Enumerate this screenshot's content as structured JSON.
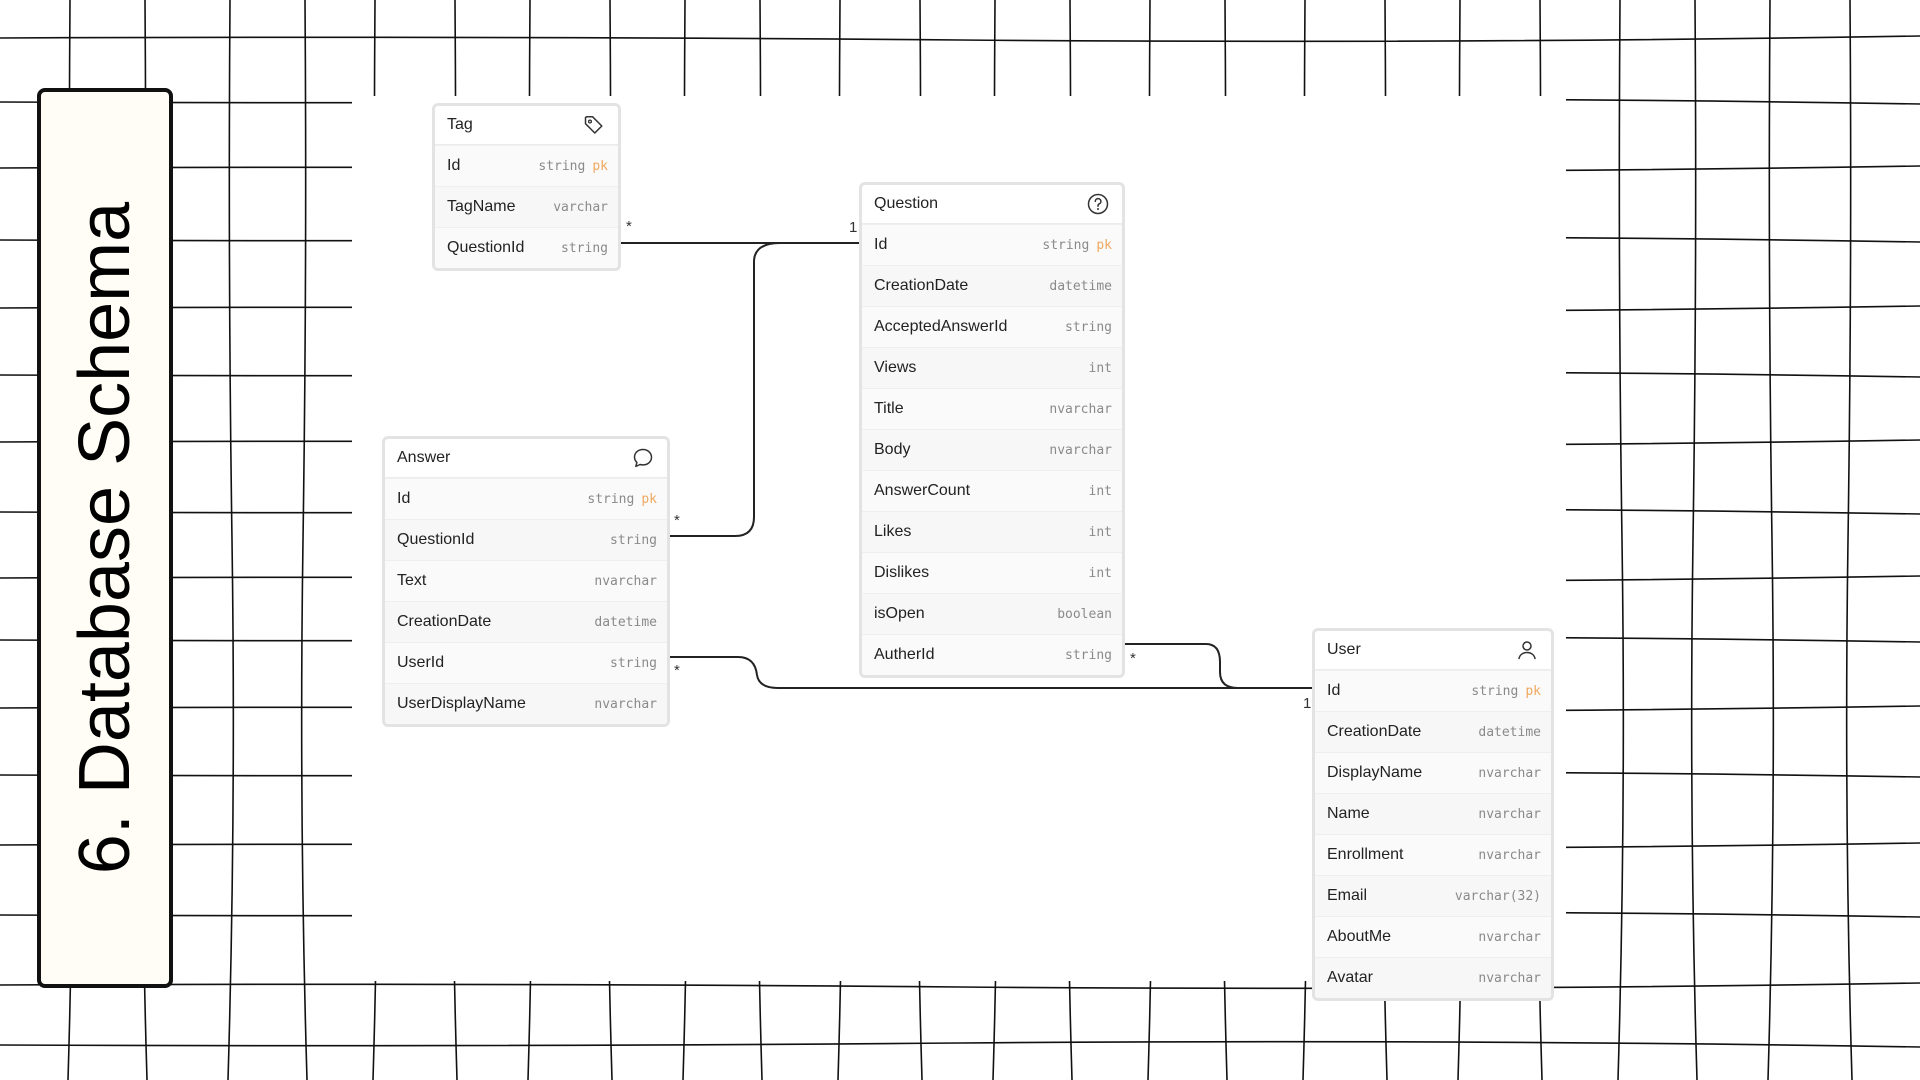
{
  "title": "6. Database Schema",
  "entities": {
    "tag": {
      "name": "Tag",
      "icon": "tag-icon",
      "fields": [
        {
          "name": "Id",
          "type": "string",
          "pk": "pk"
        },
        {
          "name": "TagName",
          "type": "varchar"
        },
        {
          "name": "QuestionId",
          "type": "string"
        }
      ]
    },
    "question": {
      "name": "Question",
      "icon": "question-circle-icon",
      "fields": [
        {
          "name": "Id",
          "type": "string",
          "pk": "pk"
        },
        {
          "name": "CreationDate",
          "type": "datetime"
        },
        {
          "name": "AcceptedAnswerId",
          "type": "string"
        },
        {
          "name": "Views",
          "type": "int"
        },
        {
          "name": "Title",
          "type": "nvarchar"
        },
        {
          "name": "Body",
          "type": "nvarchar"
        },
        {
          "name": "AnswerCount",
          "type": "int"
        },
        {
          "name": "Likes",
          "type": "int"
        },
        {
          "name": "Dislikes",
          "type": "int"
        },
        {
          "name": "isOpen",
          "type": "boolean"
        },
        {
          "name": "AutherId",
          "type": "string"
        }
      ]
    },
    "answer": {
      "name": "Answer",
      "icon": "speech-bubble-icon",
      "fields": [
        {
          "name": "Id",
          "type": "string",
          "pk": "pk"
        },
        {
          "name": "QuestionId",
          "type": "string"
        },
        {
          "name": "Text",
          "type": "nvarchar"
        },
        {
          "name": "CreationDate",
          "type": "datetime"
        },
        {
          "name": "UserId",
          "type": "string"
        },
        {
          "name": "UserDisplayName",
          "type": "nvarchar"
        }
      ]
    },
    "user": {
      "name": "User",
      "icon": "user-icon",
      "fields": [
        {
          "name": "Id",
          "type": "string",
          "pk": "pk"
        },
        {
          "name": "CreationDate",
          "type": "datetime"
        },
        {
          "name": "DisplayName",
          "type": "nvarchar"
        },
        {
          "name": "Name",
          "type": "nvarchar"
        },
        {
          "name": "Enrollment",
          "type": "nvarchar"
        },
        {
          "name": "Email",
          "type": "varchar(32)"
        },
        {
          "name": "AboutMe",
          "type": "nvarchar"
        },
        {
          "name": "Avatar",
          "type": "nvarchar"
        }
      ]
    }
  },
  "cardinality": {
    "one": "1 1",
    "many": "*"
  },
  "colors": {
    "pk": "#f0a860",
    "border": "#e3e3e3",
    "line": "#222222",
    "title_bg": "#fffdf6"
  }
}
